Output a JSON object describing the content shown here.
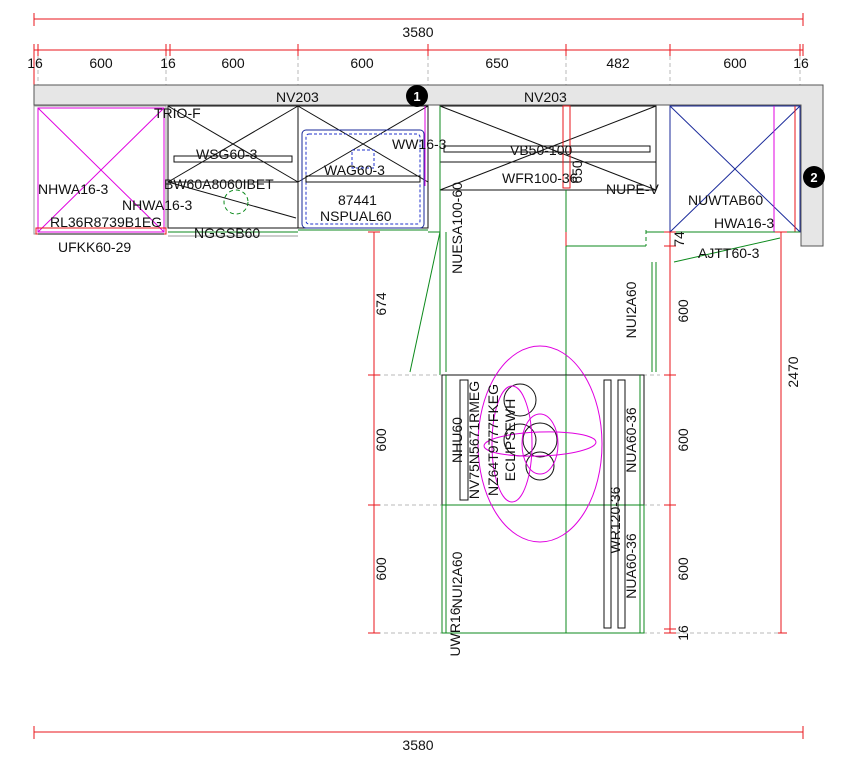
{
  "dimensions": {
    "top_total": "3580",
    "bottom_total": "3580",
    "top_segments": [
      "16",
      "600",
      "16",
      "600",
      "600",
      "650",
      "482",
      "600",
      "16"
    ],
    "island_vertical": [
      "674",
      "600",
      "600"
    ],
    "right_side": [
      "74",
      "600",
      "600",
      "600",
      "16"
    ],
    "right_total": "2470",
    "small_650": "650"
  },
  "markers": [
    "1",
    "2"
  ],
  "labels": {
    "trio": "TRIO-F",
    "nv203_left": "NV203",
    "nv203_right": "NV203",
    "ww16": "WW16-3",
    "wsg": "WSG60-3",
    "wag": "WAG60-3",
    "vb": "VB50-100",
    "wfr": "WFR100-36",
    "nupe": "NUPE-V",
    "nhwa_left": "NHWA16-3",
    "bw": "BW60A8060IBET",
    "n87441": "87441",
    "nhwa_mid": "NHWA16-3",
    "rl": "RL36R8739B1EG",
    "nspual": "NSPUAL60",
    "ngg": "NGGSB60",
    "ufkk": "UFKK60-29",
    "nuwtab": "NUWTAB60",
    "hwa_right": "HWA16-3",
    "ajtt": "AJTT60-3",
    "nuesa": "NUESA100-60",
    "nui2a_right": "NUI2A60",
    "nhu": "NHU60",
    "nv75": "NV75N5671RMEG",
    "nz64": "NZ64T9777FKEG",
    "eclipse": "ECLIPSEWH",
    "nua_upper": "NUA60-36",
    "wr120": "WR120-36",
    "nua_lower": "NUA60-36",
    "nui2a_left": "NUI2A60",
    "uwr": "UWR16"
  }
}
